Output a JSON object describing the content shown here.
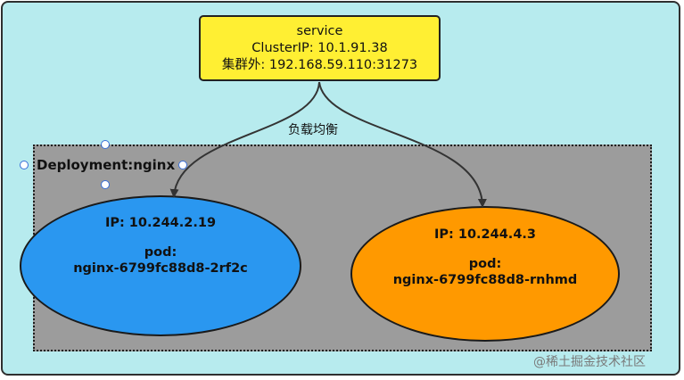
{
  "service": {
    "title": "service",
    "cluster_ip": "ClusterIP:  10.1.91.38",
    "external": "集群外:  192.168.59.110:31273"
  },
  "load_balance_label": "负载均衡",
  "deployment_label": "Deployment:nginx",
  "pods": [
    {
      "ip": "IP:  10.244.2.19",
      "pod_label": "pod:",
      "name": "nginx-6799fc88d8-2rf2c"
    },
    {
      "ip": "IP:  10.244.4.3",
      "pod_label": "pod:",
      "name": "nginx-6799fc88d8-rnhmd"
    }
  ],
  "watermark": "@稀土掘金技术社区",
  "colors": {
    "outer_background": "#b7ebee",
    "service_fill": "#ffef33",
    "deployment_fill": "#9c9c9c",
    "pod1_fill": "#2a97f0",
    "pod2_fill": "#ff9900"
  }
}
